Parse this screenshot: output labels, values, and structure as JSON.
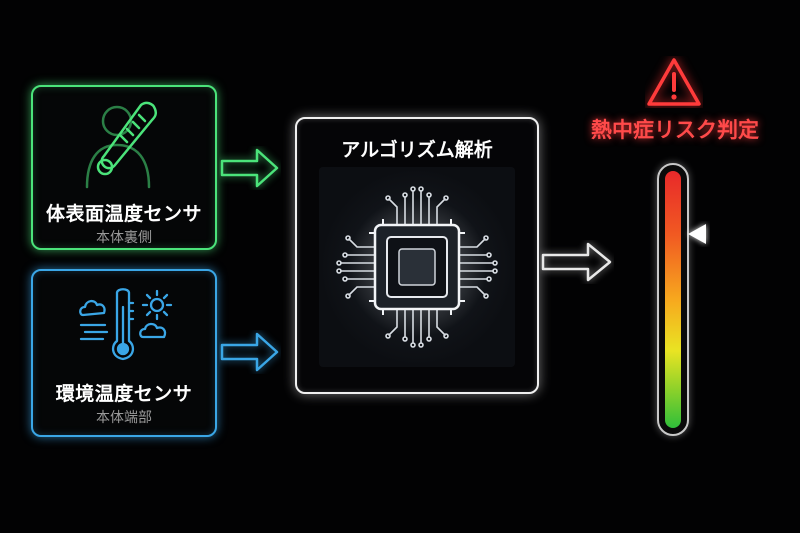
{
  "sensors": {
    "body": {
      "title": "体表面温度センサ",
      "location": "本体裏側",
      "color": "#4be37a"
    },
    "environment": {
      "title": "環境温度センサ",
      "location": "本体端部",
      "color": "#3aa6e6"
    }
  },
  "algorithm": {
    "title": "アルゴリズム解析"
  },
  "risk": {
    "title": "熱中症リスク判定",
    "warning_icon": "warning-triangle-icon",
    "level": 0.75,
    "colors": [
      "#e8292a",
      "#f7a81e",
      "#e9e423",
      "#2fbf3a"
    ]
  }
}
